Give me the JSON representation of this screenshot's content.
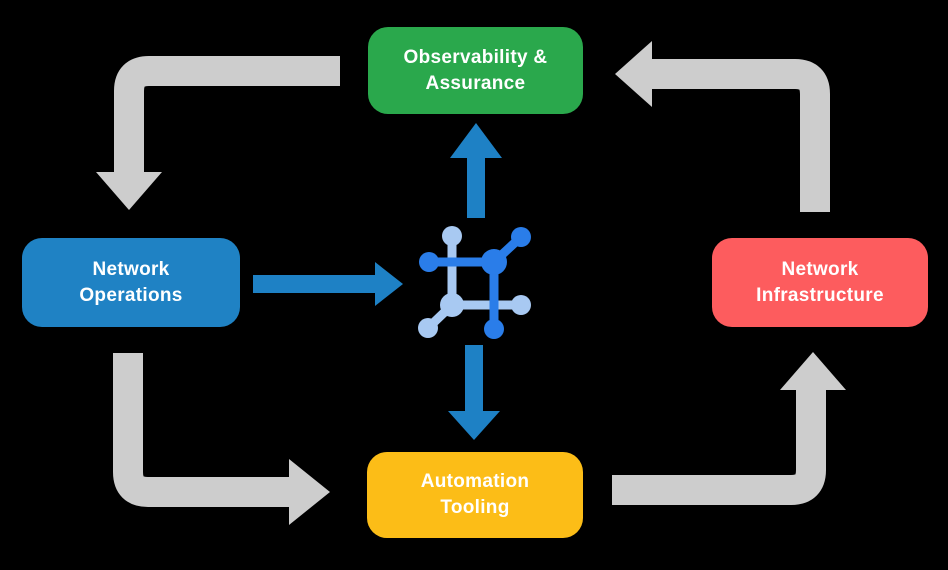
{
  "diagram": {
    "background": "#000000",
    "nodes": {
      "observability": {
        "label": "Observability &\nAssurance",
        "color": "#2aa84c"
      },
      "operations": {
        "label": "Network\nOperations",
        "color": "#1f82c4"
      },
      "infrastructure": {
        "label": "Network\nInfrastructure",
        "color": "#fd5c5e"
      },
      "automation": {
        "label": "Automation\nTooling",
        "color": "#fcbd17"
      }
    },
    "colors": {
      "flow_arrow": "#cdcdcd",
      "data_arrow": "#1e81c5",
      "icon_primary": "#2a7de9",
      "icon_secondary": "#a8c9f2",
      "label_text": "#ffffff"
    },
    "center_icon": "network-nodes-icon",
    "flows": [
      {
        "from": "observability",
        "to": "operations",
        "style": "gray-elbow"
      },
      {
        "from": "operations",
        "to": "automation",
        "style": "gray-elbow"
      },
      {
        "from": "automation",
        "to": "infrastructure",
        "style": "gray-elbow"
      },
      {
        "from": "infrastructure",
        "to": "observability",
        "style": "gray-elbow"
      },
      {
        "from": "operations",
        "to": "center-icon",
        "style": "blue-straight"
      },
      {
        "from": "center-icon",
        "to": "observability",
        "style": "blue-straight"
      },
      {
        "from": "center-icon",
        "to": "automation",
        "style": "blue-straight"
      }
    ]
  }
}
